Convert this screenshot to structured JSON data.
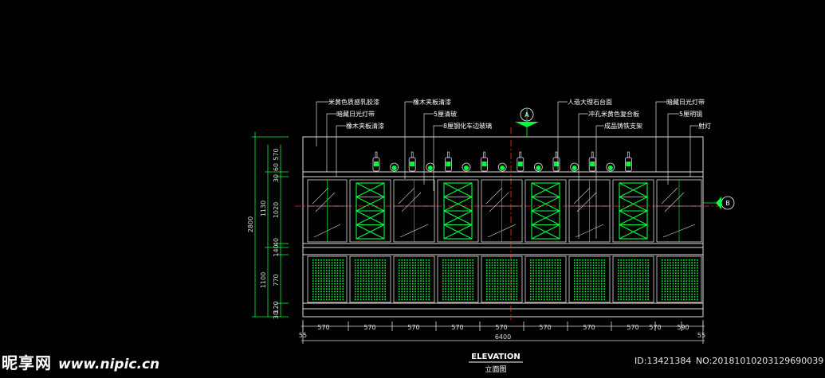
{
  "drawing": {
    "title": "ELEVATION",
    "subtitle": "立面图",
    "total_width": "6400",
    "edge_left": "55",
    "edge_right": "55",
    "height_total": "2800",
    "bay_widths": [
      "570",
      "570",
      "570",
      "570",
      "570",
      "570",
      "570",
      "570",
      "570",
      "590"
    ],
    "vertical_dims_top": [
      "570",
      "30",
      "60",
      "1020",
      "40"
    ],
    "vertical_dims_mid": "1130",
    "vertical_dims_bottom": [
      "140",
      "1100",
      "770",
      "120",
      "30"
    ],
    "section_marks": {
      "a": "A",
      "b": "B"
    },
    "labels_left": [
      "米黄色质感乳胶漆",
      "暗藏日光灯带",
      "橡木夹板清漆"
    ],
    "labels_mid1": [
      "橡木夹板清漆",
      "5厘清玻",
      "8厘钢化车边玻璃"
    ],
    "labels_mid2": [
      "人造大理石台面",
      "冲孔米黄色复合板",
      "成品铸铁支架"
    ],
    "labels_right": [
      "暗藏日光灯带",
      "5厘明镜",
      "射灯"
    ]
  },
  "watermark": {
    "site_cn": "昵享网",
    "site_url": "www.nipic.cn",
    "id_label": "ID:13421384",
    "no_label": "NO:20181010203129690039"
  },
  "colors": {
    "background": "#000000",
    "line_green": "#00ff3c",
    "line_white": "#dcdcdc",
    "line_red": "#ff2a2a"
  }
}
